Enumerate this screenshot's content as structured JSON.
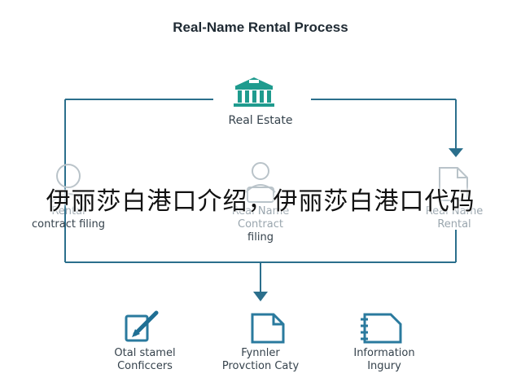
{
  "diagram": {
    "title": "Real-Name Rental Process",
    "top_node": {
      "label": "Real Estate",
      "icon": "bank-building-icon"
    },
    "middle_nodes": [
      {
        "label_lines": [
          "Rental",
          "contract filing"
        ],
        "icon": "person-icon"
      },
      {
        "label_lines": [
          "Real Name",
          "Contract",
          "filing"
        ],
        "icon": "user-badge-icon"
      },
      {
        "label_lines": [
          "Real Name",
          "Rental"
        ],
        "icon": "document-icon"
      }
    ],
    "bottom_nodes": [
      {
        "label_lines": [
          "Otal stamel",
          "Conficcers"
        ],
        "icon": "edit-document-icon"
      },
      {
        "label_lines": [
          "Fynnler",
          "Provction Caty"
        ],
        "icon": "file-icon"
      },
      {
        "label_lines": [
          "Information",
          "Ingury"
        ],
        "icon": "notebook-icon"
      }
    ],
    "overlay_text": "伊丽莎白港口介绍，伊丽莎白港口代码"
  },
  "colors": {
    "line": "#2b6f8c",
    "icon_teal": "#1f9b8e",
    "icon_blue": "#2a7a9e",
    "faded": "#b9c3c9"
  }
}
